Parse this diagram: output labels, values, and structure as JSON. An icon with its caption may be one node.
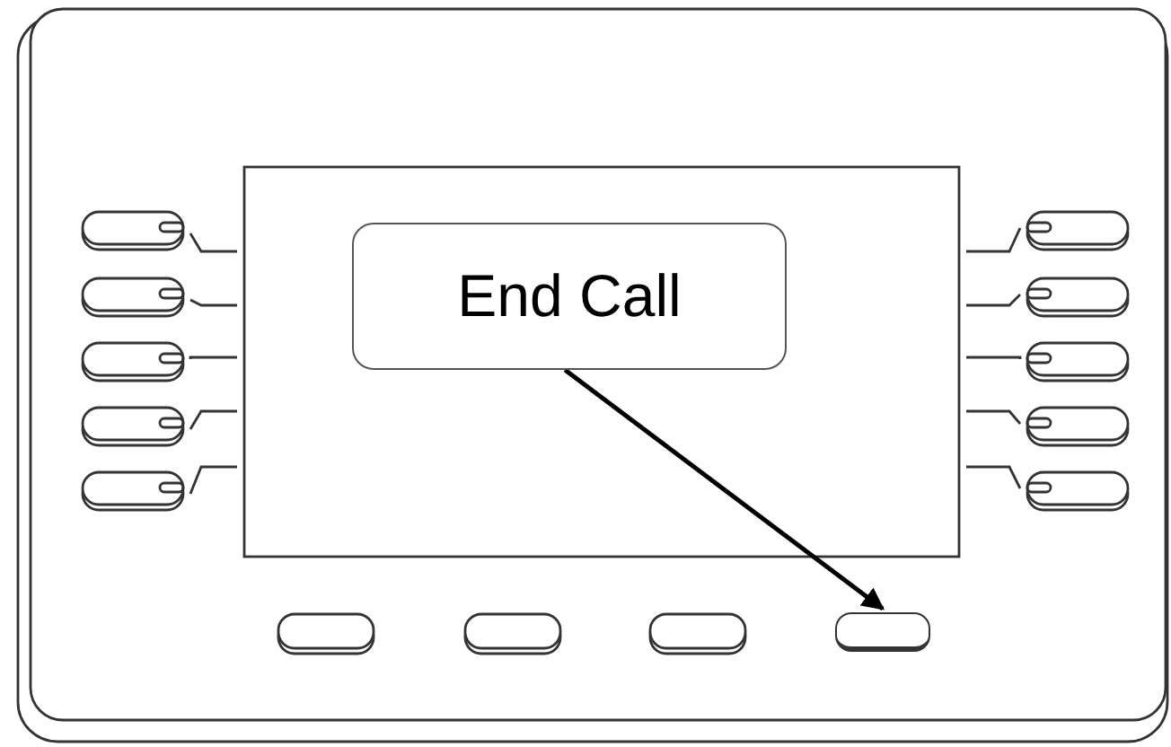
{
  "diagram": {
    "nodes": [
      {
        "text": [
          "End Call"
        ]
      },
      {
        "text": [],
        "shape": "box"
      }
    ],
    "edges": [
      {
        "from": 0,
        "to": 1,
        "arrow": "to"
      }
    ]
  }
}
